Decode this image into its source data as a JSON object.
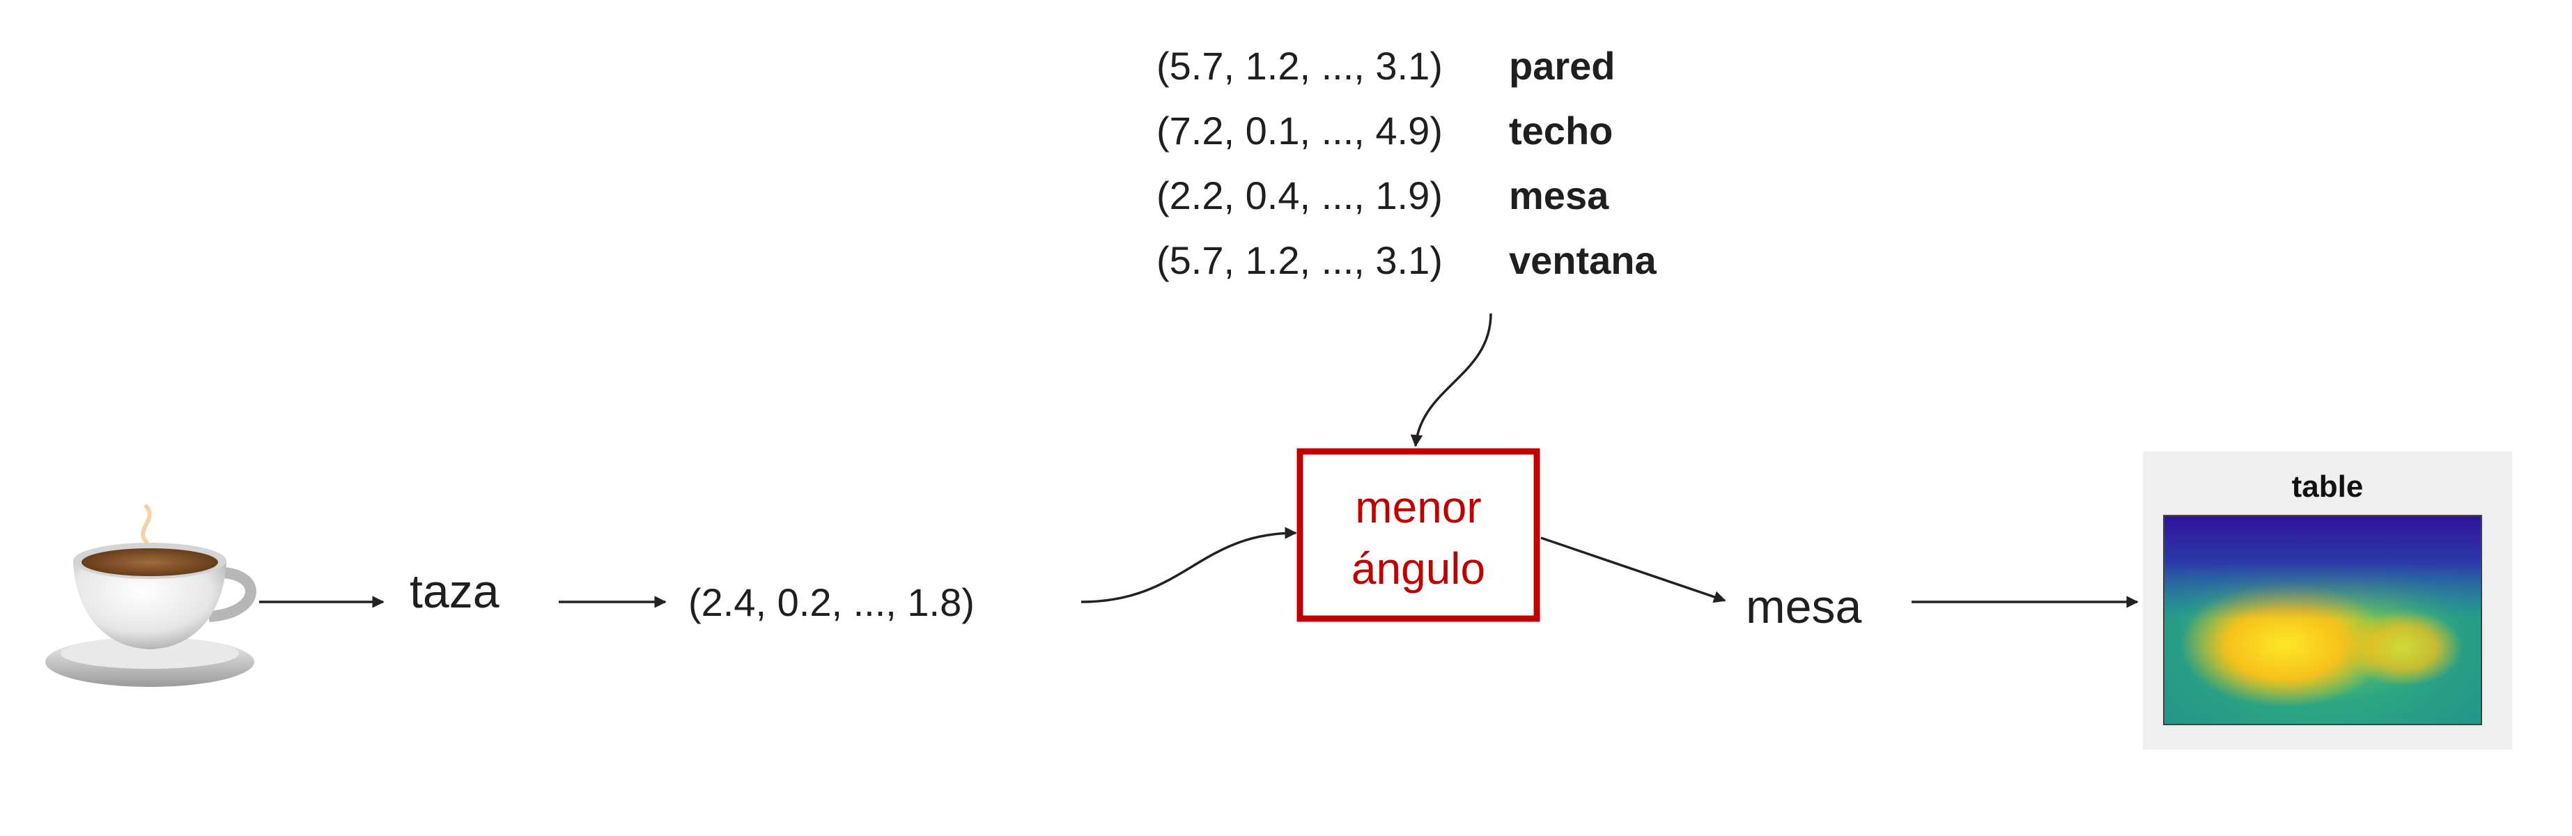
{
  "input": {
    "image_icon": "teacup-icon",
    "word": "taza",
    "vector": "(2.4, 0.2, ..., 1.8)"
  },
  "dictionary": [
    {
      "vector": "(5.7, 1.2, ..., 3.1)",
      "label": "pared"
    },
    {
      "vector": "(7.2, 0.1, ..., 4.9)",
      "label": "techo"
    },
    {
      "vector": "(2.2, 0.4, ..., 1.9)",
      "label": "mesa"
    },
    {
      "vector": "(5.7, 1.2, ..., 3.1)",
      "label": "ventana"
    }
  ],
  "process_box": {
    "line1": "menor",
    "line2": "ángulo",
    "color": "#c00000"
  },
  "output": {
    "word": "mesa",
    "heatmap_title": "table"
  }
}
